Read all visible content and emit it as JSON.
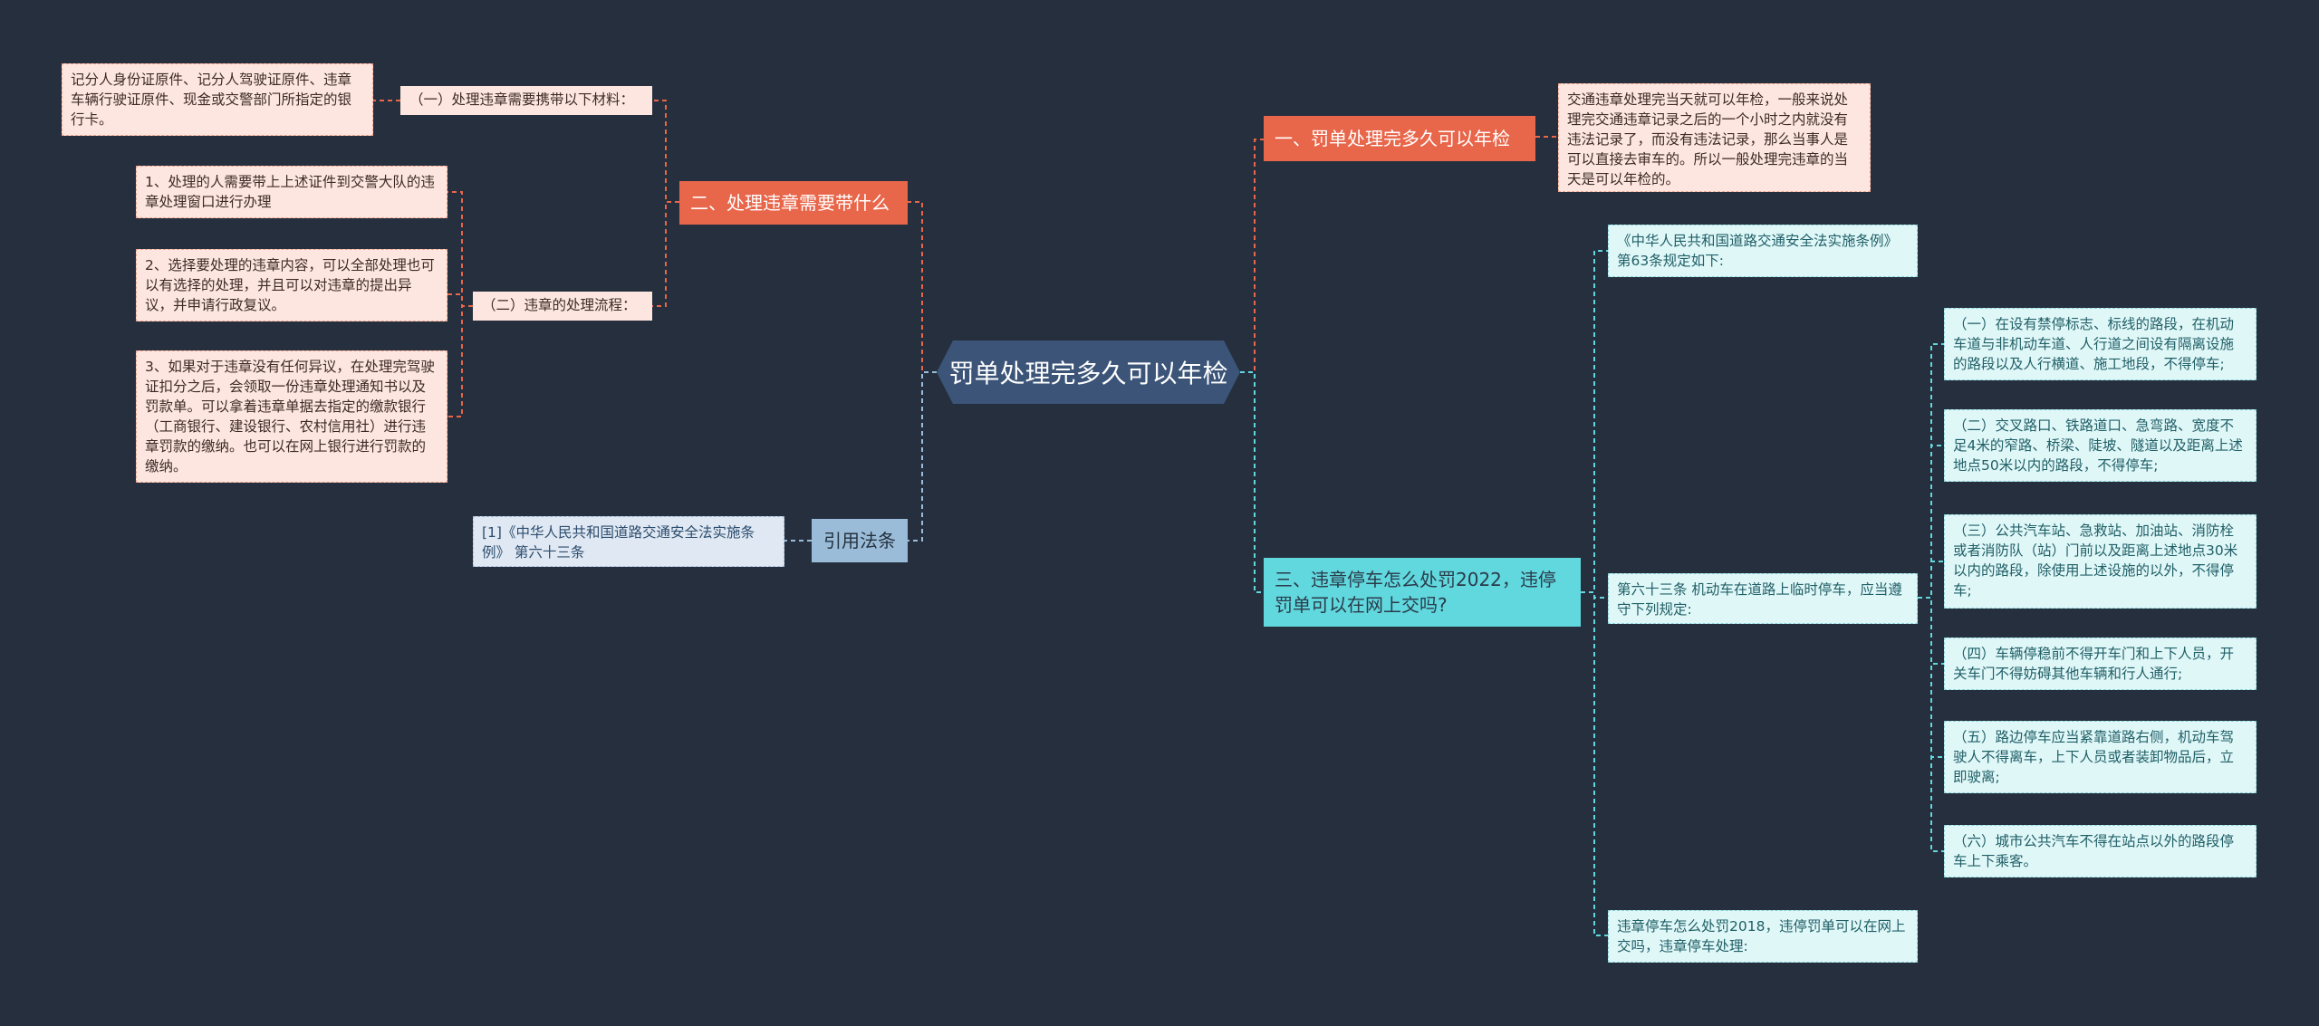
{
  "root": {
    "title": "罚单处理完多久可以年检"
  },
  "branches": {
    "b1": "一、罚单处理完多久可以年检",
    "b2": "二、处理违章需要带什么",
    "b3": "三、违章停车怎么处罚2022，违停罚单可以在网上交吗?",
    "b4": "引用法条"
  },
  "b1_leaf": "交通违章处理完当天就可以年检，一般来说处理完交通违章记录之后的一个小时之内就没有违法记录了，而没有违法记录，那么当事人是可以直接去审车的。所以一般处理完违章的当天是可以年检的。",
  "b2_sub1": "（一）处理违章需要携带以下材料：",
  "b2_sub1_leaf": "记分人身份证原件、记分人驾驶证原件、违章车辆行驶证原件、现金或交警部门所指定的银行卡。",
  "b2_sub2": "（二）违章的处理流程：",
  "b2_sub2_leaves": [
    "1、处理的人需要带上上述证件到交警大队的违章处理窗口进行办理",
    "2、选择要处理的违章内容，可以全部处理也可以有选择的处理，并且可以对违章的提出异议，并申请行政复议。",
    "3、如果对于违章没有任何异议，在处理完驾驶证扣分之后，会领取一份违章处理通知书以及罚款单。可以拿着违章单据去指定的缴款银行（工商银行、建设银行、农村信用社）进行违章罚款的缴纳。也可以在网上银行进行罚款的缴纳。"
  ],
  "b3_leaves": {
    "law": "《中华人民共和国道路交通安全法实施条例》第63条规定如下:",
    "art63": "第六十三条 机动车在道路上临时停车，应当遵守下列规定:",
    "penalty": "违章停车怎么处罚2018，违停罚单可以在网上交吗，违章停车处理:",
    "items": [
      "（一）在设有禁停标志、标线的路段，在机动车道与非机动车道、人行道之间设有隔离设施的路段以及人行横道、施工地段，不得停车;",
      "（二）交叉路口、铁路道口、急弯路、宽度不足4米的窄路、桥梁、陡坡、隧道以及距离上述地点50米以内的路段，不得停车;",
      "（三）公共汽车站、急救站、加油站、消防栓或者消防队（站）门前以及距离上述地点30米以内的路段，除使用上述设施的以外，不得停车;",
      "（四）车辆停稳前不得开车门和上下人员，开关车门不得妨碍其他车辆和行人通行;",
      "（五）路边停车应当紧靠道路右侧，机动车驾驶人不得离车，上下人员或者装卸物品后，立即驶离;",
      "（六）城市公共汽车不得在站点以外的路段停车上下乘客。"
    ]
  },
  "b4_leaf": "[1]《中华人民共和国道路交通安全法实施条例》 第六十三条",
  "colors": {
    "background": "#262f3d",
    "orange": "#e8664a",
    "cyan": "#61d7de",
    "steel": "#9bbcd8",
    "root": "#3b5478"
  }
}
